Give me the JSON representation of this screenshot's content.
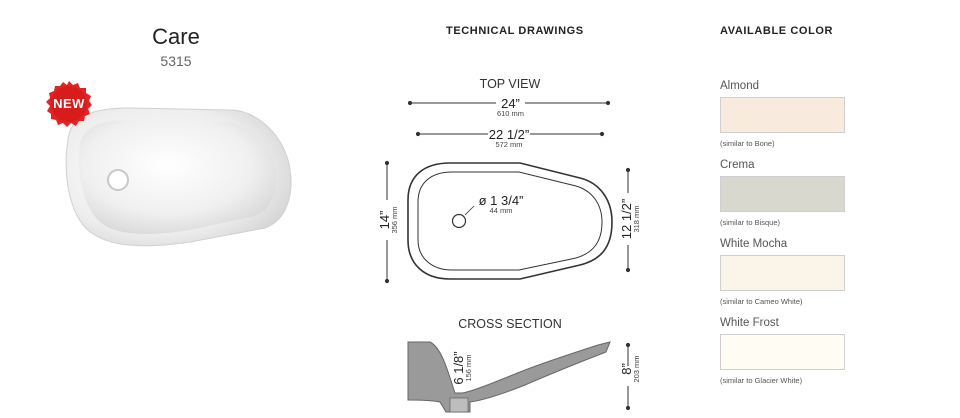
{
  "product": {
    "name": "Care",
    "code": "5315",
    "badge": "NEW"
  },
  "technical": {
    "title": "TECHNICAL DRAWINGS",
    "top_view": {
      "label": "TOP VIEW",
      "overall_length": "24”",
      "overall_length_mm": "610 mm",
      "bowl_length": "22 1/2”",
      "bowl_length_mm": "572 mm",
      "drain": "ø 1 3/4”",
      "drain_mm": "44 mm",
      "depth_left": "14”",
      "depth_left_mm": "356 mm",
      "depth_right": "12 1/2”",
      "depth_right_mm": "318 mm"
    },
    "cross_section": {
      "label": "CROSS SECTION",
      "inner_depth": "6 1/8”",
      "inner_depth_mm": "156 mm",
      "overall_height": "8”",
      "overall_height_mm": "203 mm"
    }
  },
  "colors": {
    "title": "AVAILABLE COLOR",
    "items": [
      {
        "name": "Almond",
        "note": "(similar to Bone)",
        "hex": "#f8ebdd"
      },
      {
        "name": "Crema",
        "note": "(similar to Bisque)",
        "hex": "#d8d8cf"
      },
      {
        "name": "White Mocha",
        "note": "(similar to Cameo White)",
        "hex": "#faf5e8"
      },
      {
        "name": "White Frost",
        "note": "(similar to Glacier White)",
        "hex": "#fefcf3"
      }
    ]
  }
}
